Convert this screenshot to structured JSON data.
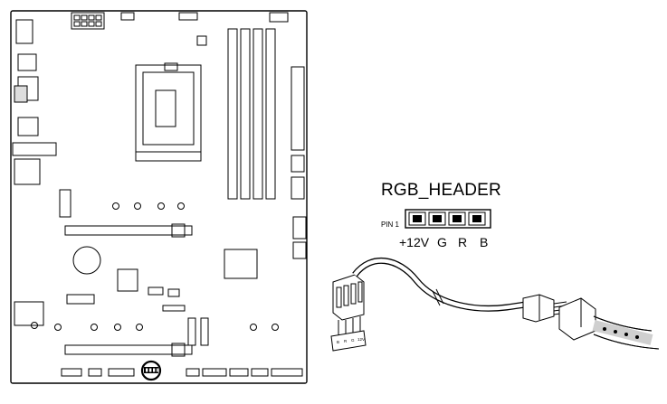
{
  "header": {
    "title": "RGB_HEADER",
    "pin1_label": "PIN 1",
    "pins": [
      "+12V",
      "G",
      "R",
      "B"
    ]
  },
  "connector_pins": [
    "B",
    "R",
    "G",
    "12V"
  ],
  "colors": {
    "line": "#000000",
    "board_fill": "#ffffff",
    "gray": "#cfcfcf",
    "dark": "#1a1a1a"
  }
}
